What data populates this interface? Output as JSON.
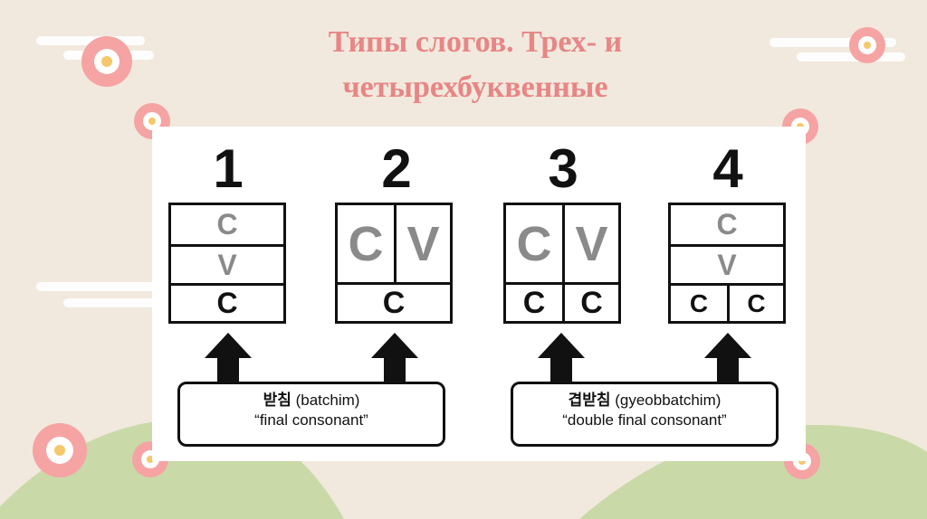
{
  "slide": {
    "title_line1": "Типы слогов. Трех- и",
    "title_line2": "четырехбуквенные",
    "colors": {
      "title": "#e88585",
      "background": "#f1e9dd",
      "hills": "#c9d9a8",
      "flower": "#f6a3a3"
    }
  },
  "diagram": {
    "types": [
      {
        "number": "1",
        "cells": [
          "C",
          "V",
          "C"
        ]
      },
      {
        "number": "2",
        "cells": [
          "C",
          "V",
          "C"
        ]
      },
      {
        "number": "3",
        "cells": [
          "C",
          "V",
          "C",
          "C"
        ]
      },
      {
        "number": "4",
        "cells": [
          "C",
          "V",
          "C",
          "C"
        ]
      }
    ],
    "labels": [
      {
        "korean": "받침",
        "romanization": "(batchim)",
        "meaning": "“final consonant”"
      },
      {
        "korean": "겹받침",
        "romanization": "(gyeobbatchim)",
        "meaning": "“double final consonant”"
      }
    ]
  }
}
